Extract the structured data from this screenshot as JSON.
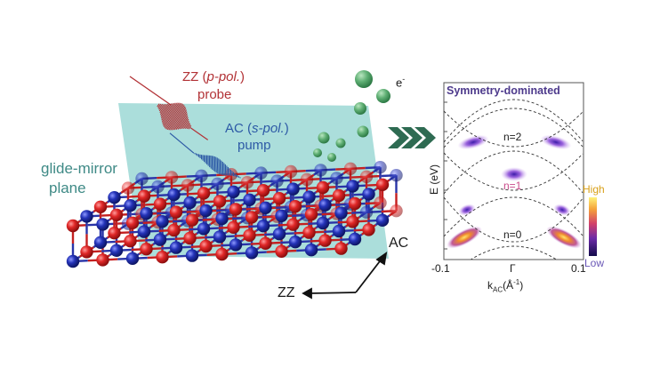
{
  "left_panel": {
    "probe": {
      "line1_prefix": "ZZ (",
      "line1_italic": "p-pol.",
      "line1_suffix": ")",
      "line2": "probe"
    },
    "pump": {
      "line1_prefix": "AC (",
      "line1_italic": "s-pol.",
      "line1_suffix": ")",
      "line2": "pump"
    },
    "plane": {
      "line1": "glide-mirror",
      "line2": "plane"
    },
    "electron": {
      "symbol": "e",
      "superscript": "-"
    },
    "axes": {
      "ac": "AC",
      "zz": "ZZ"
    }
  },
  "right_panel": {
    "title": "Symmetry-dominated",
    "ylabel": "E (eV)",
    "xlabel_main": "k",
    "xlabel_sub": "AC",
    "xlabel_unit": "(Å",
    "xlabel_unit_sup": "-1",
    "xlabel_close": ")",
    "xticks": [
      "-0.1",
      "Γ",
      "0.1"
    ],
    "bands": [
      "n=2",
      "n=1",
      "n=0"
    ],
    "colorbar": {
      "high": "High",
      "low": "Low"
    }
  },
  "colors": {
    "plane": "#8fd3cf",
    "atom_red": "#d41f1f",
    "atom_blue": "#1f2fa6",
    "probe": "#b23236",
    "pump": "#2d5aa6",
    "electron": "#4d9d62",
    "arrow": "#2e6b52",
    "panel_frame": "#555555"
  }
}
